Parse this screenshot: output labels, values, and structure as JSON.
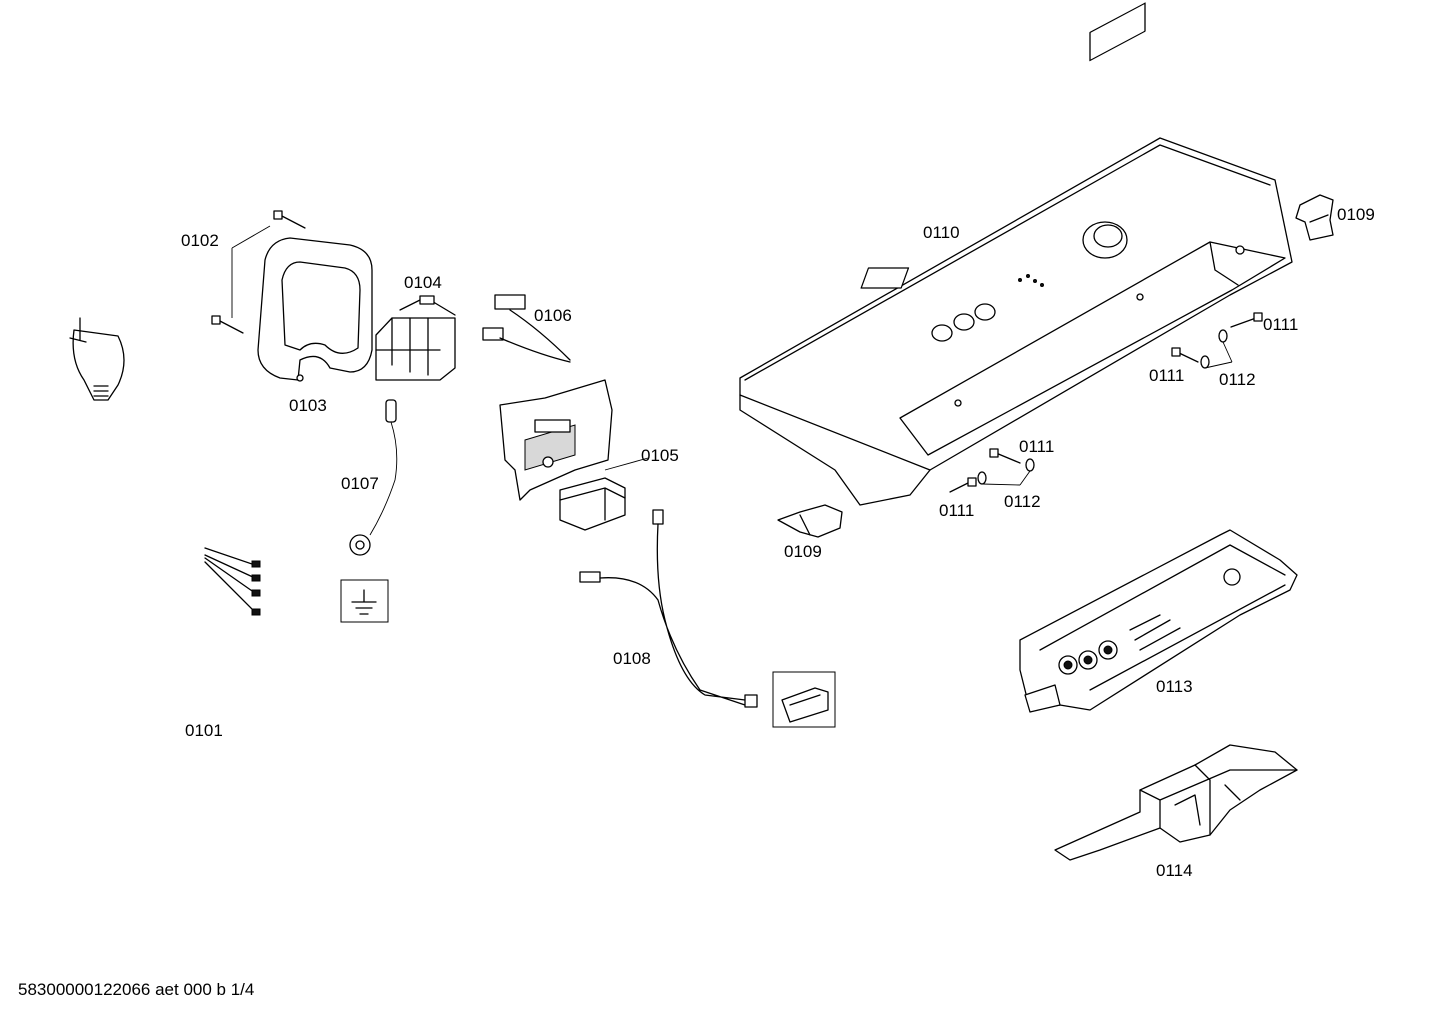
{
  "parts": {
    "p0101": "0101",
    "p0102": "0102",
    "p0103": "0103",
    "p0104": "0104",
    "p0105": "0105",
    "p0106": "0106",
    "p0107": "0107",
    "p0108": "0108",
    "p0109": "0109",
    "p0110": "0110",
    "p0111": "0111",
    "p0112": "0112",
    "p0113": "0113",
    "p0114": "0114"
  },
  "footer": "58300000122066 aet 000 b 1/4"
}
